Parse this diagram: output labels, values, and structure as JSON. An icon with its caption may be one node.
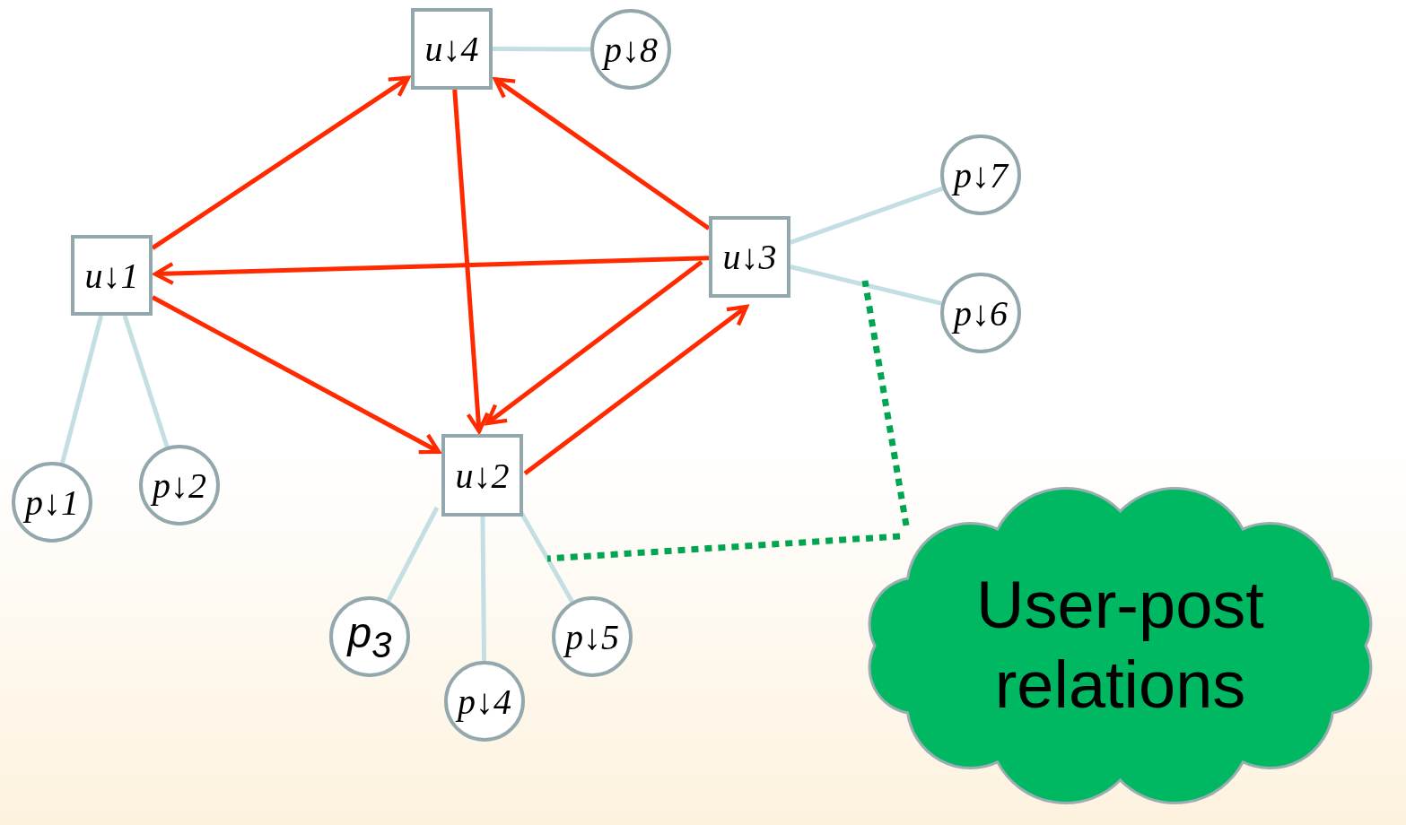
{
  "diagram": {
    "nodes": [
      {
        "text": [
          "u↓4"
        ]
      },
      {
        "text": [
          "p↓8"
        ]
      },
      {
        "text": [
          "u↓1"
        ]
      },
      {
        "text": [
          "u↓3"
        ]
      },
      {
        "text": [
          "p↓7"
        ]
      },
      {
        "text": [
          "p↓6"
        ]
      },
      {
        "text": [
          "u↓2"
        ]
      },
      {
        "text": [
          "p↓1"
        ]
      },
      {
        "text": [
          "p↓2"
        ]
      },
      {
        "text": [
          "p$_{3}$"
        ]
      },
      {
        "text": [
          "p↓4"
        ]
      },
      {
        "text": [
          "p↓5"
        ]
      },
      {
        "text": [
          "User-post relations"
        ]
      }
    ],
    "edges": [
      {
        "from": 0,
        "to": 1,
        "arrow": "none"
      },
      {
        "from": 2,
        "to": 0,
        "arrow": "to",
        "color": "#ff2a00"
      },
      {
        "from": 0,
        "to": 6,
        "arrow": "to",
        "color": "#ff2a00"
      },
      {
        "from": 3,
        "to": 0,
        "arrow": "to",
        "color": "#ff2a00"
      },
      {
        "from": 3,
        "to": 2,
        "arrow": "to",
        "color": "#ff2a00"
      },
      {
        "from": 2,
        "to": 6,
        "arrow": "to",
        "color": "#ff2a00"
      },
      {
        "from": 3,
        "to": 6,
        "arrow": "to",
        "color": "#ff2a00"
      },
      {
        "from": 6,
        "to": 3,
        "arrow": "to",
        "color": "#ff2a00"
      },
      {
        "from": 3,
        "to": 4,
        "arrow": "none"
      },
      {
        "from": 3,
        "to": 5,
        "arrow": "none"
      },
      {
        "from": 2,
        "to": 7,
        "arrow": "none"
      },
      {
        "from": 2,
        "to": 8,
        "arrow": "none"
      },
      {
        "from": 6,
        "to": 9,
        "arrow": "none"
      },
      {
        "from": 6,
        "to": 10,
        "arrow": "none"
      },
      {
        "from": 6,
        "to": 11,
        "arrow": "none"
      },
      {
        "from": 12,
        "to": null,
        "arrow": "none",
        "style": "dashed",
        "color": "#00a550"
      },
      {
        "from": 12,
        "to": null,
        "arrow": "none",
        "style": "dashed",
        "color": "#00a550"
      }
    ]
  }
}
